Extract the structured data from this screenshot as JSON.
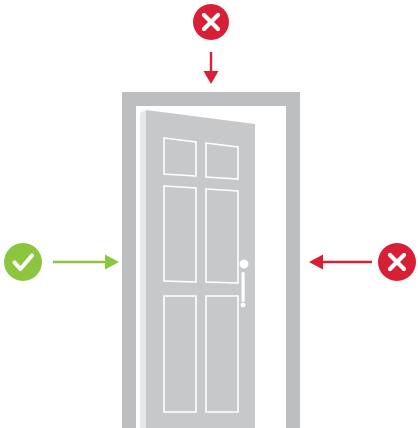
{
  "colors": {
    "door_gray": "#c7c8ca",
    "frame_gray": "#bcbec0",
    "door_edge": "#e6e7e8",
    "correct": "#8cc63f",
    "incorrect": "#d71f36",
    "mark_white": "#ffffff"
  },
  "markers": {
    "top": {
      "icon": "x-mark-icon",
      "meaning": "incorrect"
    },
    "left": {
      "icon": "check-mark-icon",
      "meaning": "correct"
    },
    "right": {
      "icon": "x-mark-icon",
      "meaning": "incorrect"
    }
  }
}
